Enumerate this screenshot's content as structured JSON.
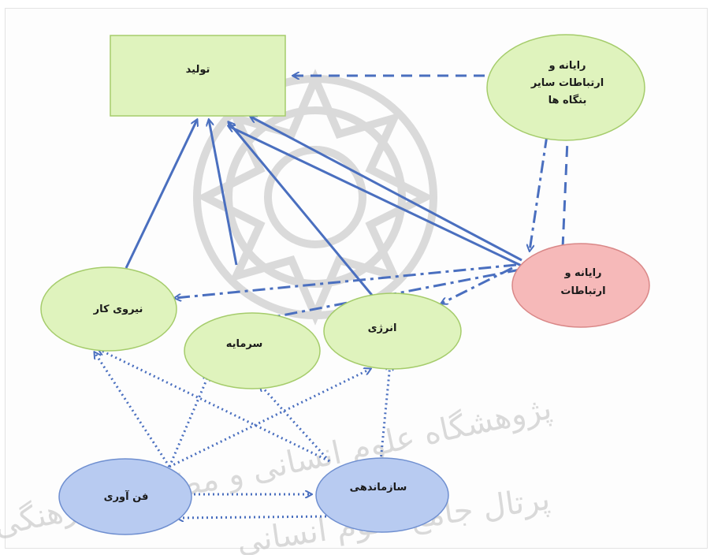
{
  "nodes": {
    "production": "تولید",
    "ict_other": [
      "رایانه و",
      "ارتباطات سایر",
      "بنگاه ها"
    ],
    "ict": [
      "رایانه و",
      "ارتباطات"
    ],
    "labor": "نیروی کار",
    "capital": "سرمایه",
    "energy": "انرژی",
    "technology": "فن آوری",
    "organization": "سازماندهی"
  },
  "watermark": {
    "line1": "پژوهشگاه علوم انسانی و مطالعات فرهنگی",
    "line2": "پرتال جامع علوم انسانی"
  },
  "colors": {
    "green_fill": "#dff3bd",
    "green_stroke": "#a5cc6b",
    "blue_fill": "#b8cbf1",
    "blue_stroke": "#6f8fd0",
    "red_fill": "#f6b9b9",
    "red_stroke": "#d98787",
    "arrow": "#4a6fbf"
  }
}
